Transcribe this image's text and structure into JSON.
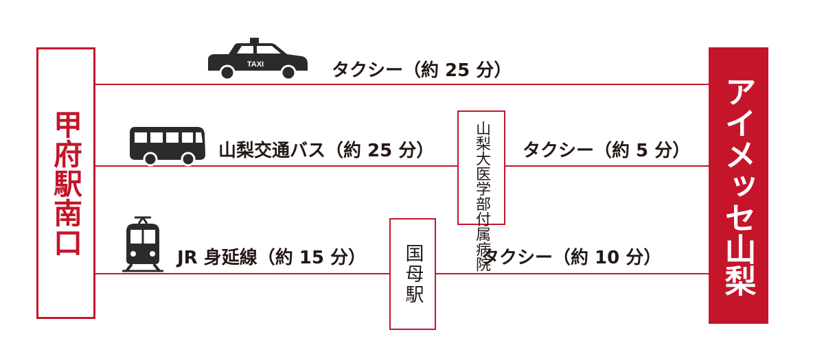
{
  "origin": {
    "label": "甲府駅南口"
  },
  "destination": {
    "label": "アイメッセ山梨"
  },
  "routes": [
    {
      "icon": "taxi-icon",
      "icon_text": "TAXI",
      "label": "タクシー（約 25 分）"
    },
    {
      "icon": "bus-icon",
      "label": "山梨交通バス（約 25 分）",
      "transfer": "山梨大医学部付属病院",
      "second_label": "タクシー（約 5 分）"
    },
    {
      "icon": "train-icon",
      "label": "JR 身延線（約 15 分）",
      "transfer": "国母駅",
      "second_label": "タクシー（約 10 分）"
    }
  ],
  "colors": {
    "accent": "#c4152a",
    "text": "#231815",
    "icon": "#2b2b2b"
  }
}
